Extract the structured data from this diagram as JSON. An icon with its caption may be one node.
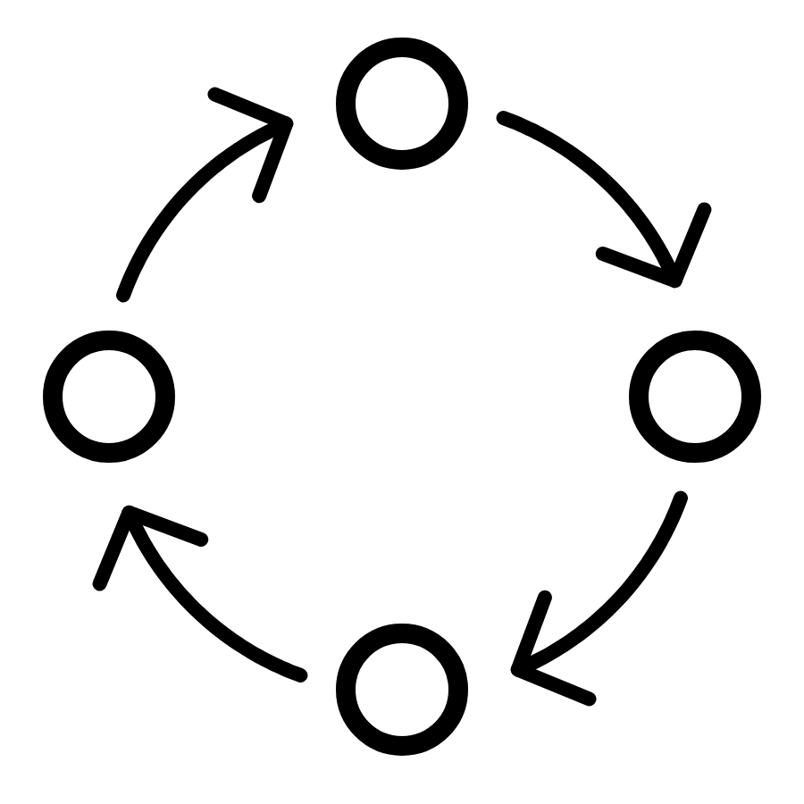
{
  "diagram": {
    "nodes": [
      {
        "text": [],
        "shape": "circle"
      },
      {
        "text": [],
        "shape": "circle"
      },
      {
        "text": [],
        "shape": "circle"
      },
      {
        "text": [],
        "shape": "circle"
      }
    ],
    "edges": [
      {
        "from": 0,
        "to": 2,
        "arrow": "to"
      },
      {
        "from": 2,
        "to": 3,
        "arrow": "to"
      },
      {
        "from": 3,
        "to": 1,
        "arrow": "to"
      },
      {
        "from": 1,
        "to": 0,
        "arrow": "to"
      }
    ]
  }
}
